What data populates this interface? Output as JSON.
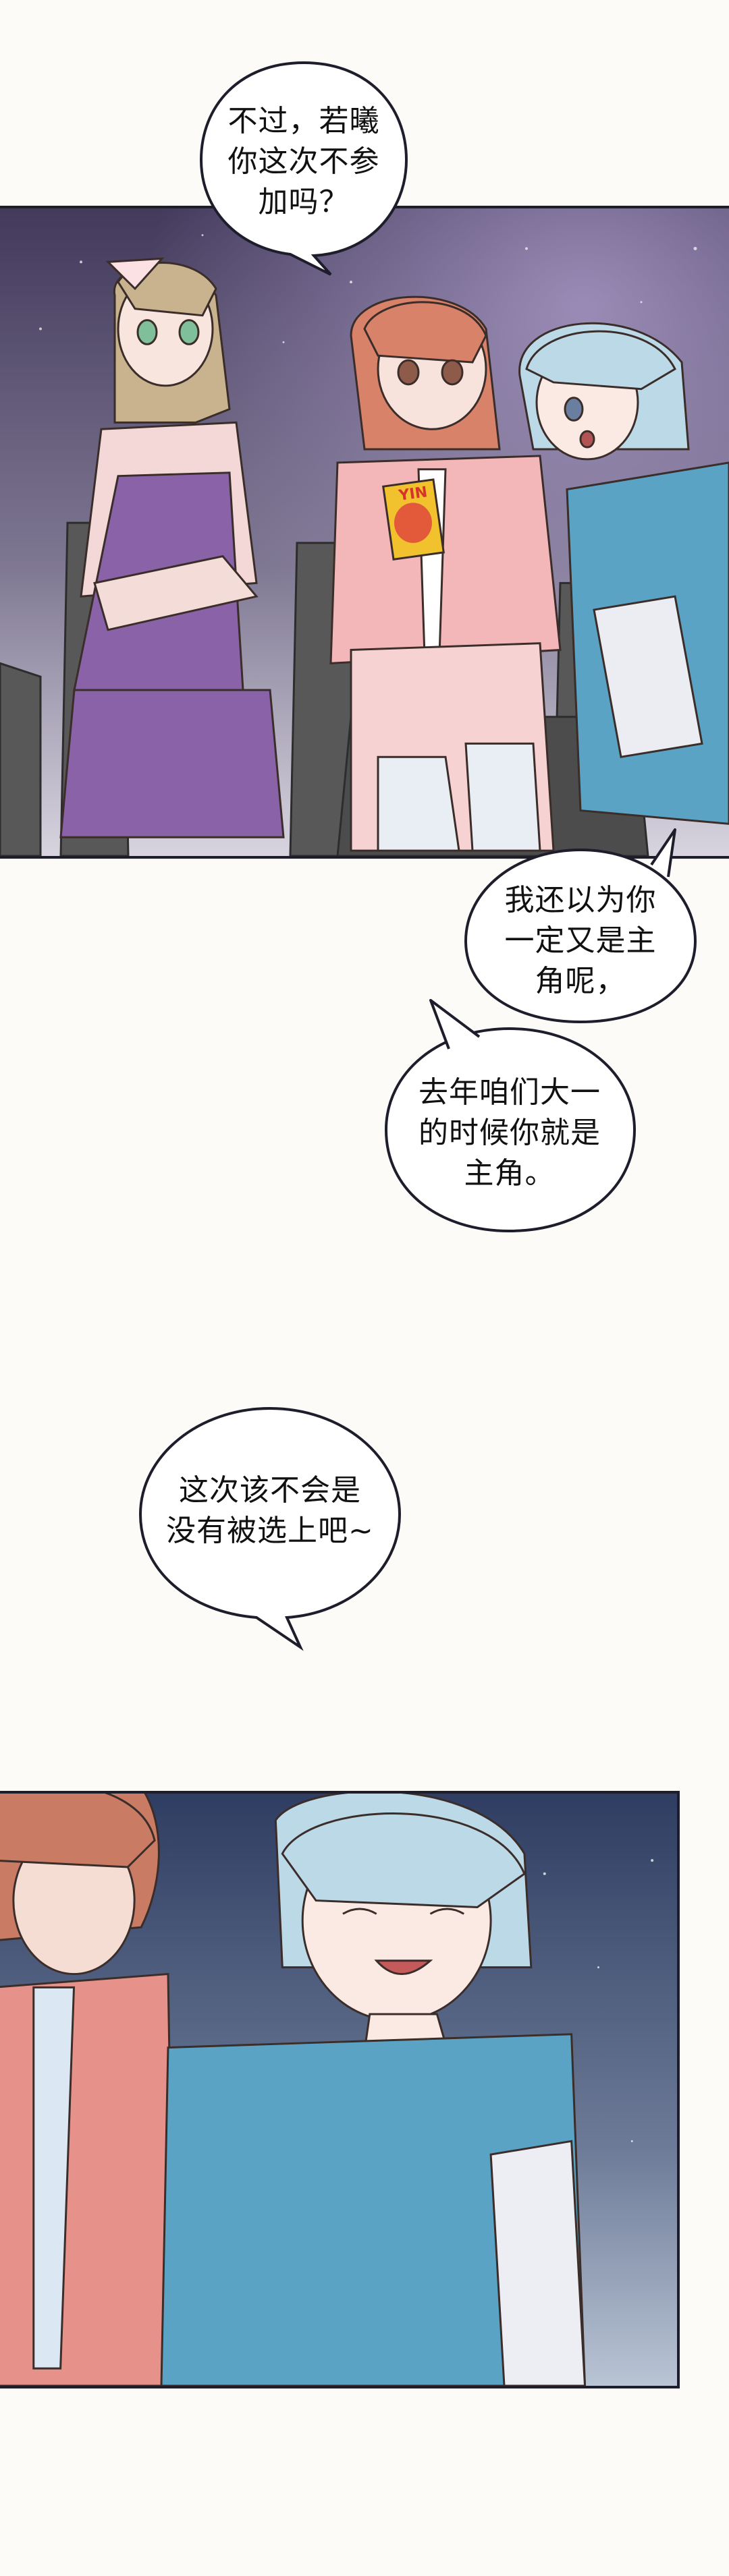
{
  "dialogue": {
    "b1": "不过，若曦\n你这次不参\n加吗？",
    "b2": "我还以为你\n一定又是主\n角呢，",
    "b3": "去年咱们大一\n的时候你就是\n主角。",
    "b4": "这次该不会是\n没有被选上吧~"
  },
  "drink_label": "YIN",
  "colors": {
    "page_bg": "#fdfbf7",
    "night_sky": "#3b3454",
    "hair_blonde": "#c9b38e",
    "hair_auburn": "#d9826a",
    "hair_lightblue": "#bcd9e8",
    "dress_purple": "#8a62a8",
    "shirt_pink": "#f3b7b9",
    "shirt_teal": "#5aa3c4",
    "seat": "#5a5a5a"
  }
}
